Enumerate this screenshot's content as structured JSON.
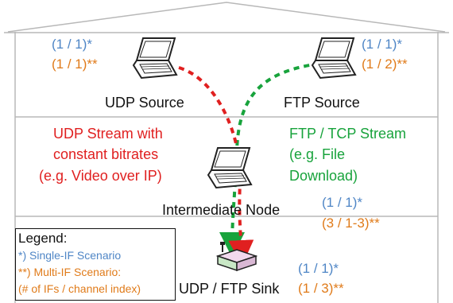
{
  "colors": {
    "single_if": "#4f86c6",
    "multi_if": "#e07b1a",
    "udp": "#e02020",
    "ftp": "#18a33c"
  },
  "nodes": {
    "udp_source": {
      "label": "UDP Source",
      "single": "(1 / 1)*",
      "multi": "(1 / 1)**",
      "icon": "laptop-icon"
    },
    "ftp_source": {
      "label": "FTP Source",
      "single": "(1 / 1)*",
      "multi": "(1 / 2)**",
      "icon": "laptop-icon"
    },
    "intermediate": {
      "label": "Intermediate Node",
      "single": "(1 / 1)*",
      "multi": "(3 / 1-3)**",
      "icon": "laptop-icon"
    },
    "sink": {
      "label": "UDP / FTP Sink",
      "single": "(1 / 1)*",
      "multi": "(1 / 3)**",
      "icon": "router-icon"
    }
  },
  "streams": {
    "udp": {
      "lines": [
        "UDP Stream with",
        "constant bitrates",
        "(e.g. Video over IP)"
      ]
    },
    "ftp": {
      "lines": [
        "FTP / TCP Stream",
        "(e.g. File",
        "Download)"
      ]
    }
  },
  "legend": {
    "title": "Legend:",
    "single": "*) Single-IF Scenario",
    "multi_1": "**) Multi-IF Scenario:",
    "multi_2": "(# of IFs / channel index)"
  }
}
